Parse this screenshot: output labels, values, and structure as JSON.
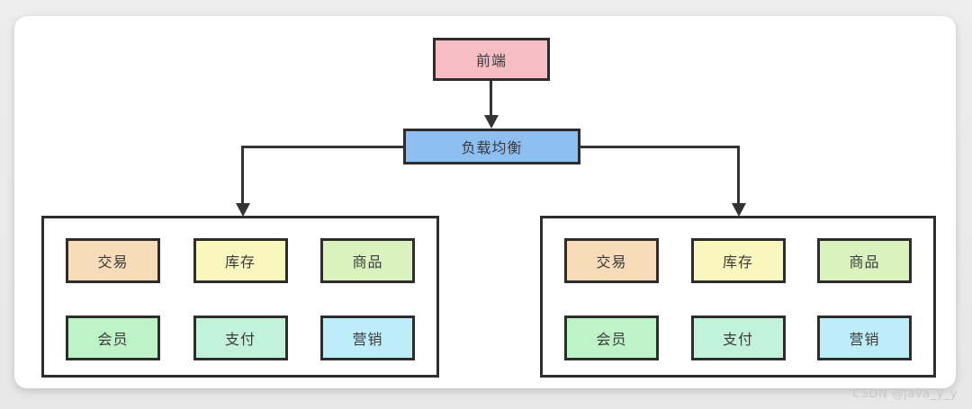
{
  "diagram": {
    "frontend": {
      "label": "前端",
      "fill": "#F7BDC5"
    },
    "load_balancer": {
      "label": "负载均衡",
      "fill": "#8DBFF3"
    },
    "stroke_color": "#2d2d2d",
    "clusters": [
      {
        "name": "left-cluster",
        "modules": [
          {
            "label": "交易",
            "fill": "#F8DCB9"
          },
          {
            "label": "库存",
            "fill": "#FAF7BE"
          },
          {
            "label": "商品",
            "fill": "#D9F2BE"
          },
          {
            "label": "会员",
            "fill": "#BDF3C6"
          },
          {
            "label": "支付",
            "fill": "#C3F2DA"
          },
          {
            "label": "营销",
            "fill": "#BEEDFA"
          }
        ]
      },
      {
        "name": "right-cluster",
        "modules": [
          {
            "label": "交易",
            "fill": "#F8DCB9"
          },
          {
            "label": "库存",
            "fill": "#FAF7BE"
          },
          {
            "label": "商品",
            "fill": "#D9F2BE"
          },
          {
            "label": "会员",
            "fill": "#BDF3C6"
          },
          {
            "label": "支付",
            "fill": "#C3F2DA"
          },
          {
            "label": "营销",
            "fill": "#BEEDFA"
          }
        ]
      }
    ]
  },
  "watermark": {
    "text": "CSDN @java_y_y"
  }
}
